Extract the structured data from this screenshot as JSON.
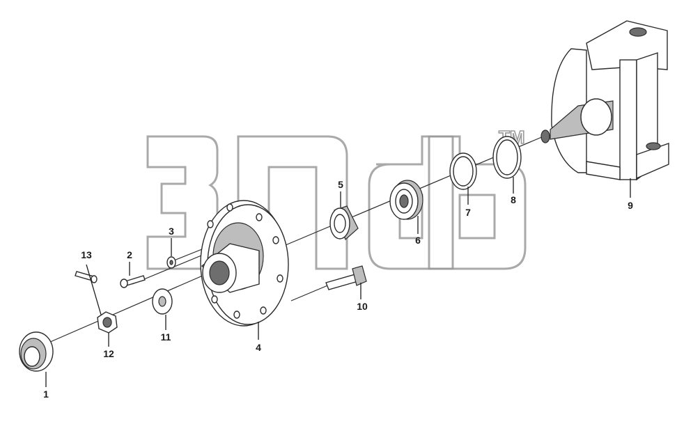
{
  "diagram": {
    "watermark": {
      "trademark": "TM"
    },
    "callouts": [
      "1",
      "2",
      "3",
      "4",
      "5",
      "6",
      "7",
      "8",
      "9",
      "10",
      "11",
      "12",
      "13"
    ],
    "colors": {
      "line": "#2b2b2b",
      "shade": "#bdbdbd",
      "watermark": "#9a9a9a"
    }
  }
}
